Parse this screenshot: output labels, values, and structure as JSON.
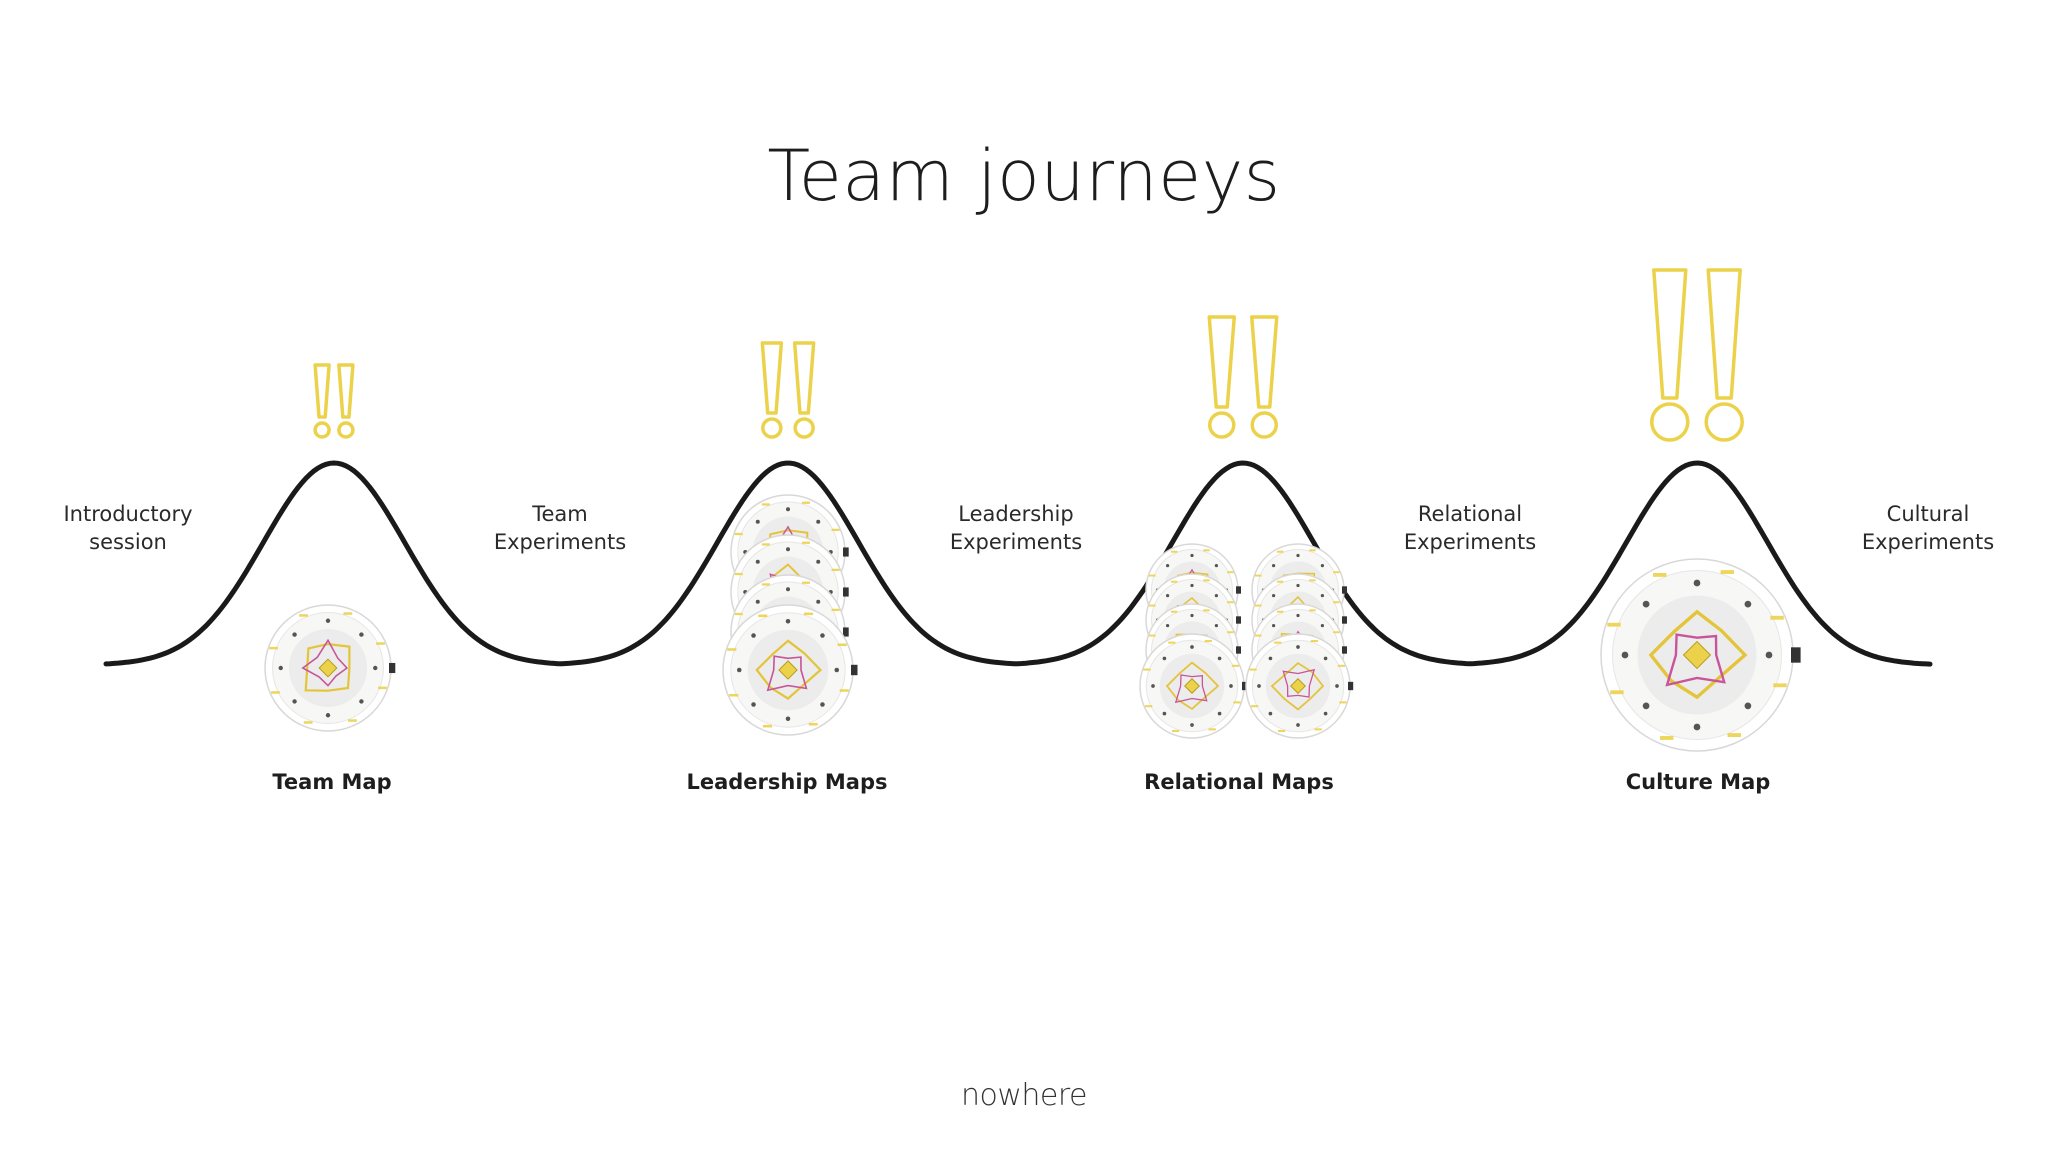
{
  "title": "Team journeys",
  "stages": [
    {
      "line1": "Introductory",
      "line2": "session"
    },
    {
      "line1": "Team",
      "line2": "Experiments"
    },
    {
      "line1": "Leadership",
      "line2": "Experiments"
    },
    {
      "line1": "Relational",
      "line2": "Experiments"
    },
    {
      "line1": "Cultural",
      "line2": "Experiments"
    }
  ],
  "maps": [
    {
      "label": "Team Map",
      "count": 1,
      "intensity": 1
    },
    {
      "label": "Leadership Maps",
      "count": 4,
      "intensity": 2
    },
    {
      "label": "Relational Maps",
      "count": 8,
      "intensity": 3
    },
    {
      "label": "Culture Map",
      "count": 1,
      "intensity": 4
    }
  ],
  "brand": "nowhere",
  "colors": {
    "accent": "#ecd24a",
    "curve": "#1a1a1a",
    "map_outline": "#e3c43a",
    "map_inner": "#c8559a"
  }
}
